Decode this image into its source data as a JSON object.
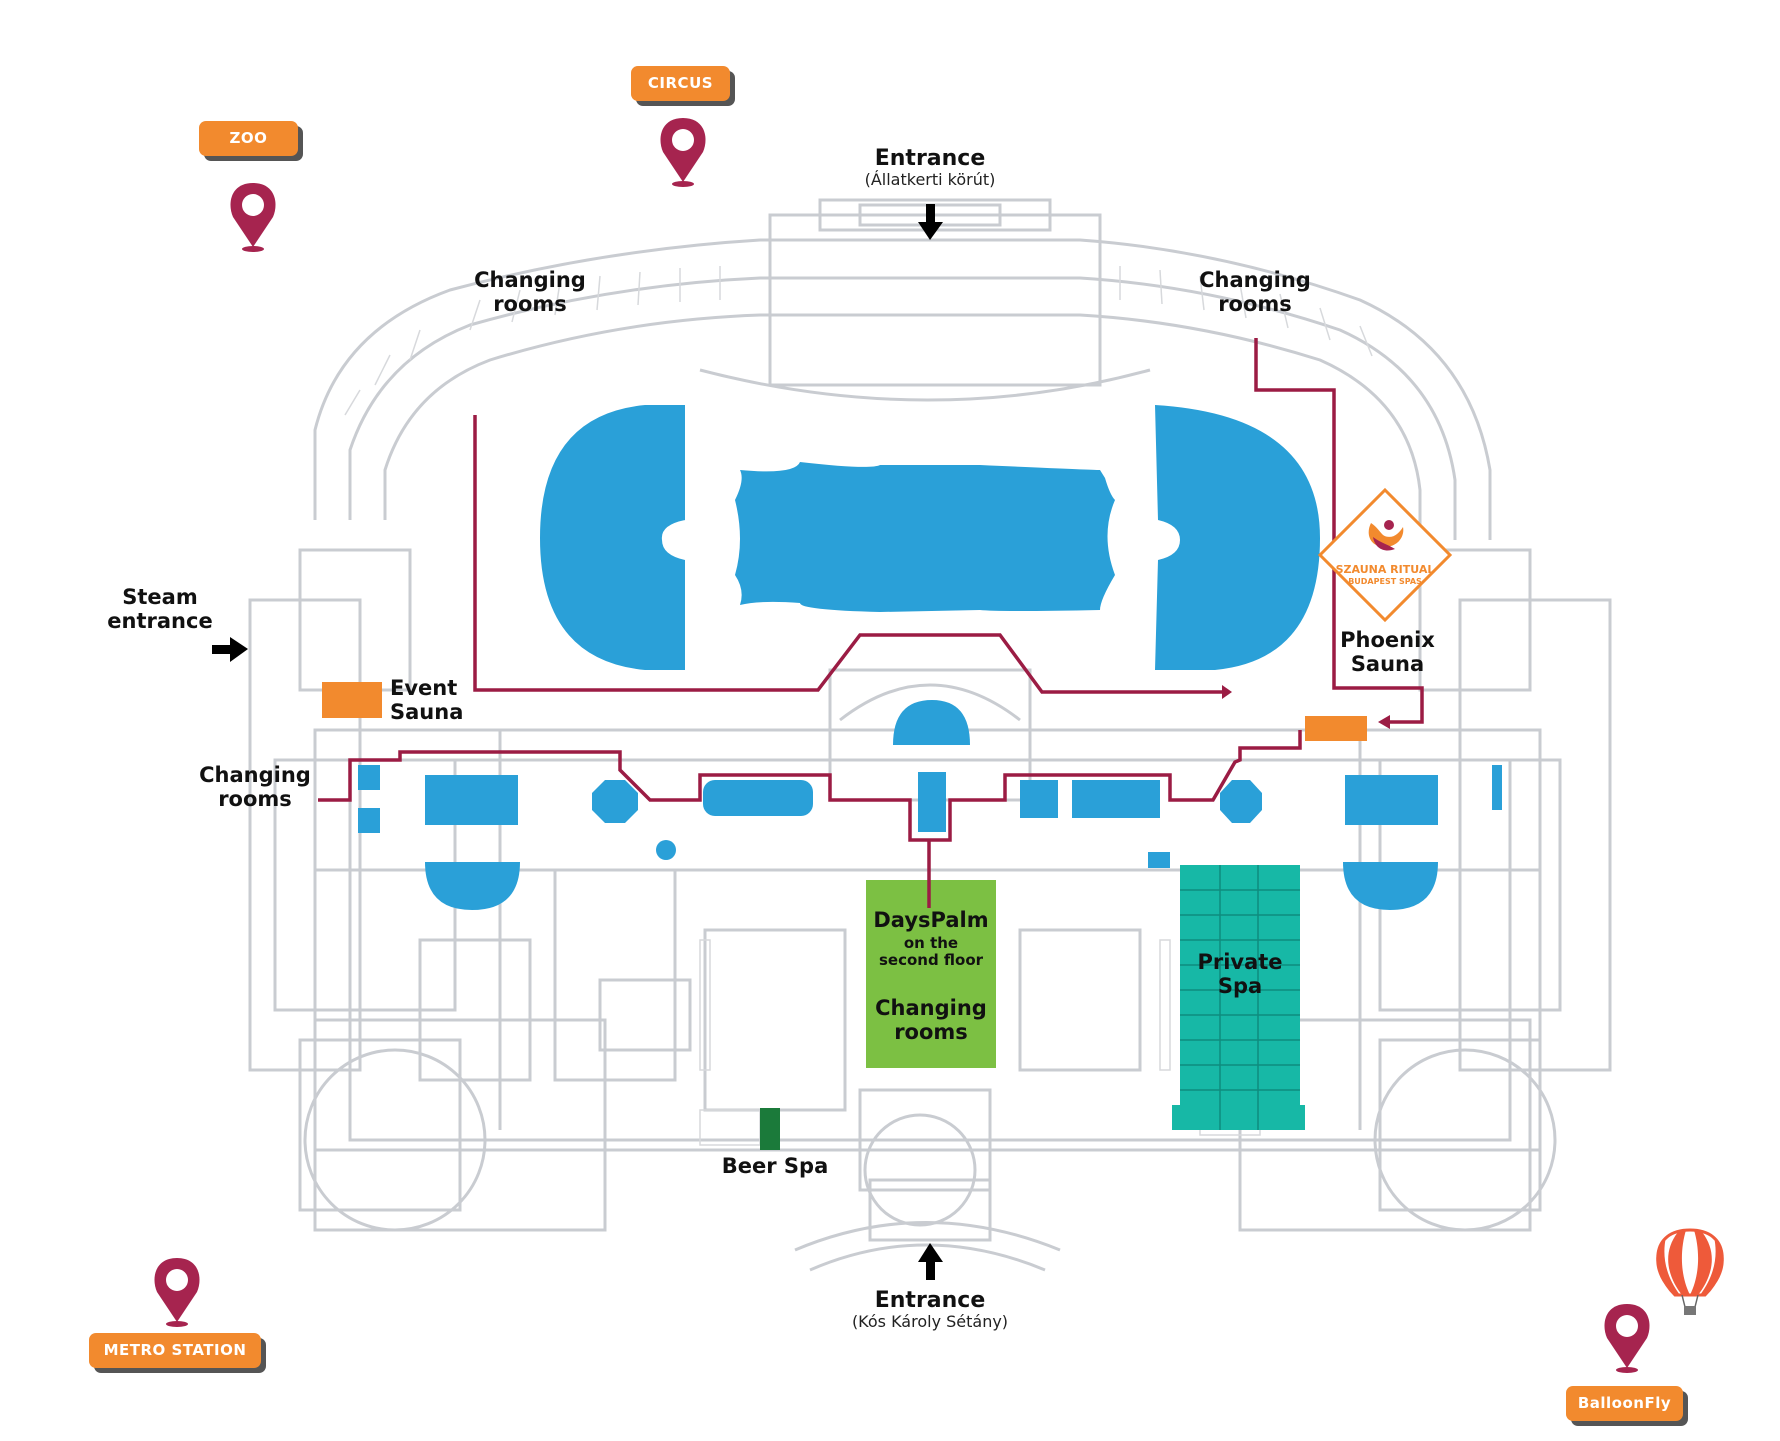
{
  "colors": {
    "pool": "#2aa0d8",
    "route": "#9b1c44",
    "sauna": "#f28a2e",
    "dayspalm": "#7cc043",
    "private_spa": "#17b8a6",
    "beer_spa": "#1b7a3a",
    "pin": "#a6244f",
    "outline": "#c9ccd1"
  },
  "places": {
    "zoo": "ZOO",
    "circus": "CIRCUS",
    "metro": "METRO STATION",
    "balloon": "BalloonFly"
  },
  "labels": {
    "entrance_top": "Entrance",
    "entrance_top_sub": "(Állatkerti körút)",
    "entrance_bottom": "Entrance",
    "entrance_bottom_sub": "(Kós Károly Sétány)",
    "changing_left_top": [
      "Changing",
      "rooms"
    ],
    "changing_right_top": [
      "Changing",
      "rooms"
    ],
    "steam_entrance": [
      "Steam",
      "entrance"
    ],
    "event_sauna": [
      "Event",
      "Sauna"
    ],
    "changing_left_mid": [
      "Changing",
      "rooms"
    ],
    "phoenix_sauna": [
      "Phoenix",
      "Sauna"
    ],
    "dayspalm": "DaysPalm",
    "dayspalm_sub": [
      "on the",
      "second floor"
    ],
    "changing_center": [
      "Changing",
      "rooms"
    ],
    "private_spa": [
      "Private",
      "Spa"
    ],
    "beer_spa": "Beer Spa"
  },
  "logo": {
    "line1": "SZAUNA RITUAL",
    "line2": "BUDAPEST SPAS"
  },
  "icons": [
    "map-pin-icon",
    "arrow-down-icon",
    "arrow-up-icon",
    "arrow-right-icon",
    "hot-air-balloon-icon",
    "phoenix-logo-icon"
  ]
}
